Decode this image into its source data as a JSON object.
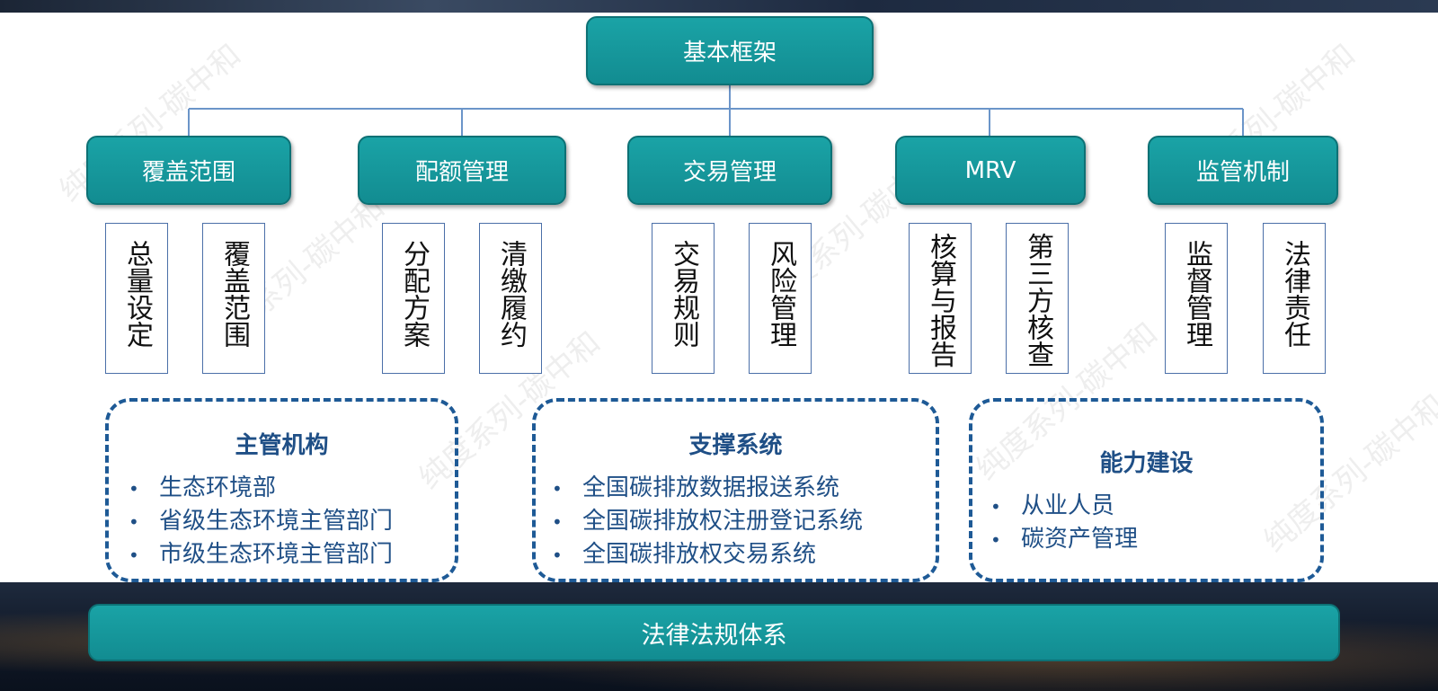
{
  "diagram": {
    "root": "基本框架",
    "categories": [
      {
        "label": "覆盖范围",
        "items": [
          "总量设定",
          "覆盖范围"
        ]
      },
      {
        "label": "配额管理",
        "items": [
          "分配方案",
          "清缴履约"
        ]
      },
      {
        "label": "交易管理",
        "items": [
          "交易规则",
          "风险管理"
        ]
      },
      {
        "label": "MRV",
        "items": [
          "核算与报告",
          "第三方核查"
        ]
      },
      {
        "label": "监管机制",
        "items": [
          "监督管理",
          "法律责任"
        ]
      }
    ],
    "groups": [
      {
        "title": "主管机构",
        "bullets": [
          "生态环境部",
          "省级生态环境主管部门",
          "市级生态环境主管部门"
        ]
      },
      {
        "title": "支撑系统",
        "bullets": [
          "全国碳排放数据报送系统",
          "全国碳排放权注册登记系统",
          "全国碳排放权交易系统"
        ]
      },
      {
        "title": "能力建设",
        "bullets": [
          "从业人员",
          "碳资产管理"
        ]
      }
    ],
    "bullet_symbol": "•",
    "foundation": "法律法规体系"
  },
  "watermark": "纯度系列-碳中和",
  "colors": {
    "teal": "#128c91",
    "dashed_border": "#1e5a96",
    "group_text": "#1f4f86",
    "connector": "#6b95c9"
  }
}
